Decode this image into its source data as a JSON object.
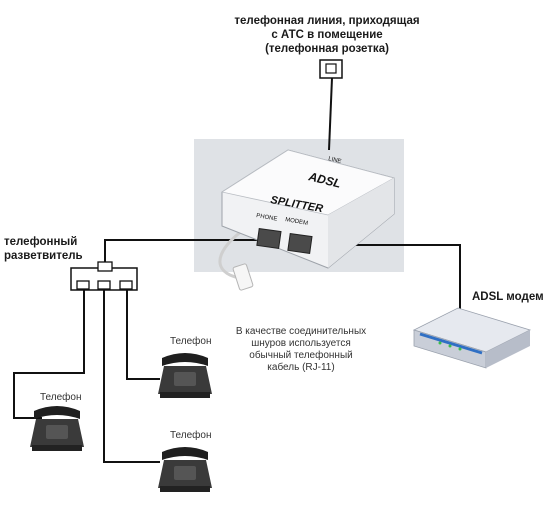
{
  "labels": {
    "wall_socket": [
      "телефонная линия, приходящая",
      "с АТС в помещение",
      "(телефонная розетка)"
    ],
    "phone_splitter": [
      "телефонный",
      "разветвитель"
    ],
    "adsl_modem": "ADSL модем",
    "phone": "Телефон",
    "cable_note": [
      "В качестве соединительных",
      "шнуров используется",
      "обычный телефонный",
      "кабель (RJ-11)"
    ]
  },
  "splitter_device": {
    "title": "ADSL",
    "subtitle": "SPLITTER",
    "port_line": "LINE",
    "port_phone": "PHONE",
    "port_modem": "MODEM"
  },
  "colors": {
    "wire": "#111111",
    "splitter_body": "#f1f2f4",
    "photo_backdrop": "#dcdfe3",
    "phone_body": "#3a3a3a",
    "modem_body": "#d9dde6",
    "modem_accent": "#2f6fc4"
  }
}
